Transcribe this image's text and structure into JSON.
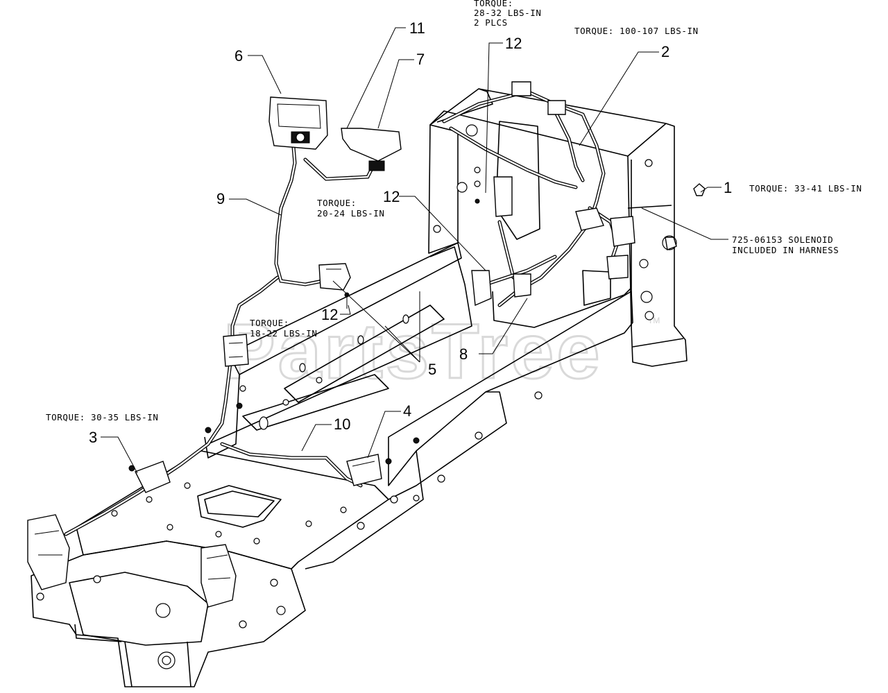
{
  "watermark": {
    "text": "PartsTree",
    "trademark": "TM"
  },
  "callouts": [
    {
      "id": "c1",
      "label": "1"
    },
    {
      "id": "c2",
      "label": "2"
    },
    {
      "id": "c3",
      "label": "3"
    },
    {
      "id": "c4",
      "label": "4"
    },
    {
      "id": "c5",
      "label": "5"
    },
    {
      "id": "c6",
      "label": "6"
    },
    {
      "id": "c7",
      "label": "7"
    },
    {
      "id": "c8",
      "label": "8"
    },
    {
      "id": "c9",
      "label": "9"
    },
    {
      "id": "c10",
      "label": "10"
    },
    {
      "id": "c11",
      "label": "11"
    },
    {
      "id": "c12a",
      "label": "12"
    },
    {
      "id": "c12b",
      "label": "12"
    },
    {
      "id": "c12c",
      "label": "12"
    }
  ],
  "notes": {
    "torque_top": [
      "TORQUE:",
      "28-32 LBS-IN",
      "2 PLCS"
    ],
    "torque_100": "TORQUE: 100-107 LBS-IN",
    "torque_33": "TORQUE: 33-41 LBS-IN",
    "torque_20": [
      "TORQUE:",
      "20-24 LBS-IN"
    ],
    "torque_18": [
      "TORQUE:",
      "18-22 LBS-IN"
    ],
    "torque_30": "TORQUE: 30-35 LBS-IN",
    "solenoid": [
      "725-06153 SOLENOID",
      "INCLUDED IN HARNESS"
    ]
  }
}
